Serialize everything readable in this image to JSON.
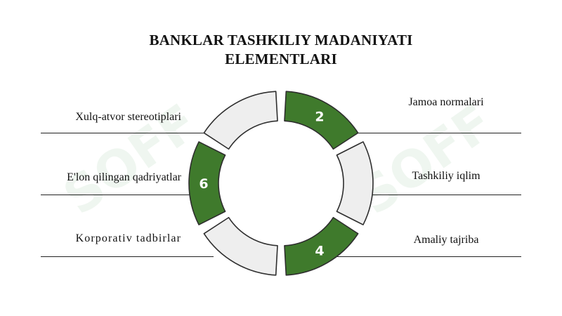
{
  "title": {
    "line1": "BANKLAR TASHKILIY MADANIYATI",
    "line2": "ELEMENTLARI"
  },
  "left_labels": [
    "Xulq-atvor stereotiplari",
    "E'lon qilingan qadriyatlar",
    "Korporativ tadbirlar"
  ],
  "right_labels": [
    "Jamoa normalari",
    "Tashkiliy iqlim",
    "Amaliy tajriba"
  ],
  "segments": [
    {
      "number": "2",
      "filled": true
    },
    {
      "number": "",
      "filled": false
    },
    {
      "number": "4",
      "filled": true
    },
    {
      "number": "",
      "filled": false
    },
    {
      "number": "6",
      "filled": true
    },
    {
      "number": "",
      "filled": false
    }
  ],
  "watermark": "SOFF",
  "colors": {
    "filled": "#3f7a2c",
    "empty": "#eeeeee",
    "stroke": "#2e2e2e",
    "number": "#ffffff"
  }
}
